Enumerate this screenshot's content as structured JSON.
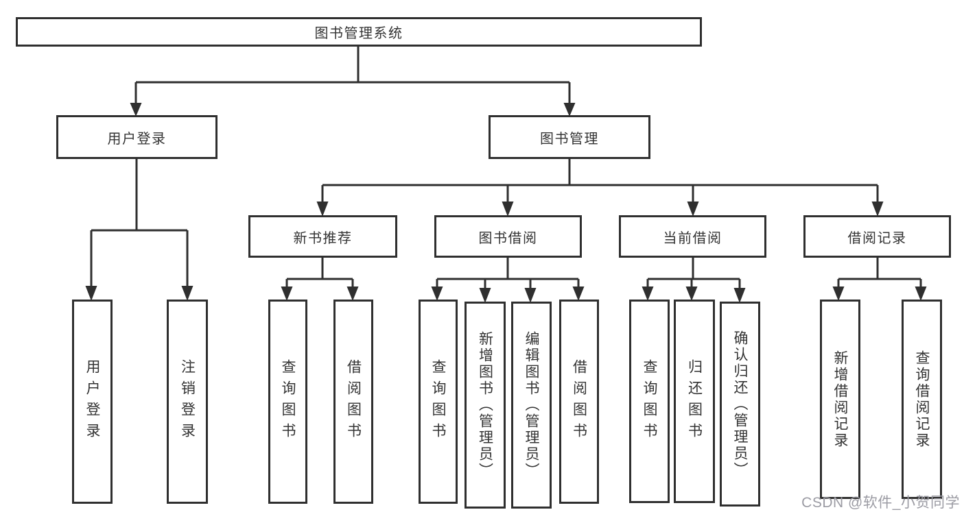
{
  "tree": {
    "label": "图书管理系统",
    "children": [
      {
        "label": "用户登录",
        "children": [
          {
            "label": "用户登录"
          },
          {
            "label": "注销登录"
          }
        ]
      },
      {
        "label": "图书管理",
        "children": [
          {
            "label": "新书推荐",
            "children": [
              {
                "label": "查询图书"
              },
              {
                "label": "借阅图书"
              }
            ]
          },
          {
            "label": "图书借阅",
            "children": [
              {
                "label": "查询图书"
              },
              {
                "label": "新增图书（管理员）"
              },
              {
                "label": "编辑图书（管理员）"
              },
              {
                "label": "借阅图书"
              }
            ]
          },
          {
            "label": "当前借阅",
            "children": [
              {
                "label": "查询图书"
              },
              {
                "label": "归还图书"
              },
              {
                "label": "确认归还（管理员）"
              }
            ]
          },
          {
            "label": "借阅记录",
            "children": [
              {
                "label": "新增借阅记录"
              },
              {
                "label": "查询借阅记录"
              }
            ]
          }
        ]
      }
    ]
  },
  "watermark": {
    "text": "CSDN @软件_小贺同学"
  },
  "colors": {
    "line": "#2f2f2f",
    "text": "#333333",
    "watermark": "#9b9ba3",
    "background": "#ffffff"
  }
}
